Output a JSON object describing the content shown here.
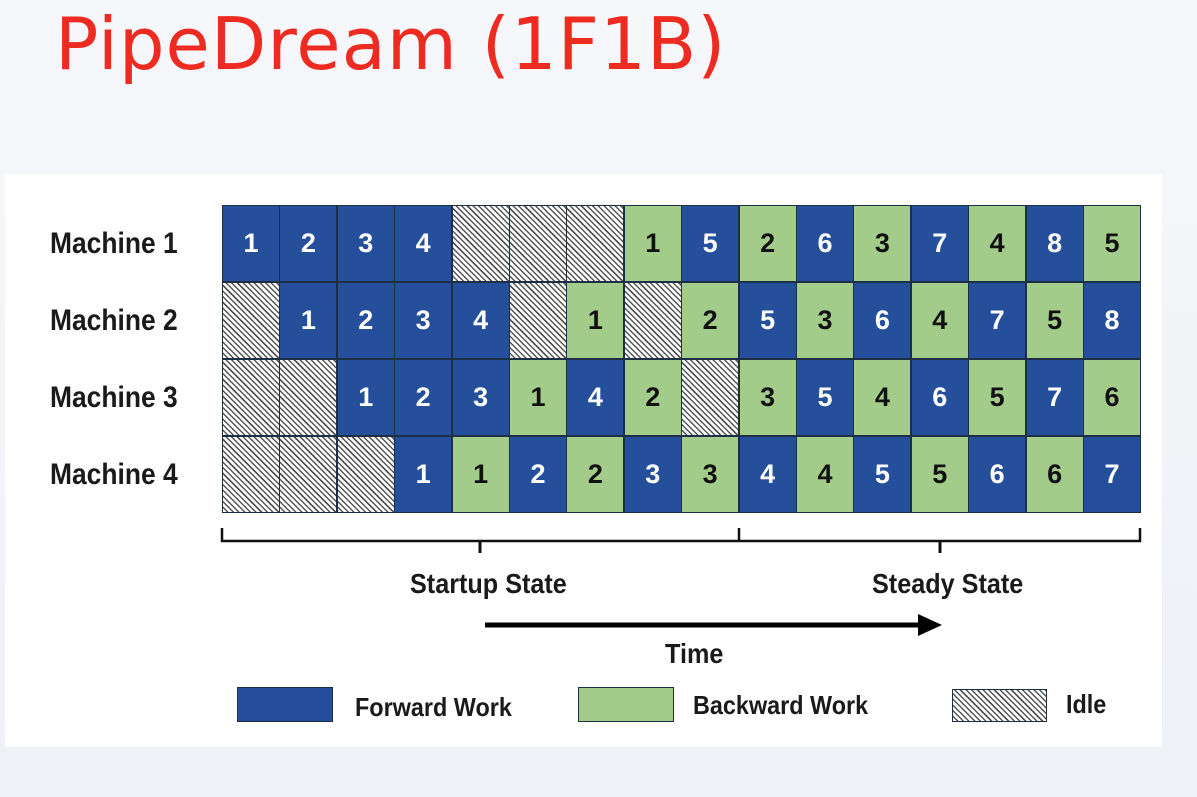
{
  "title": "PipeDream (1F1B)",
  "machines": [
    {
      "label": "Machine 1",
      "cells": [
        {
          "t": "f",
          "n": "1"
        },
        {
          "t": "f",
          "n": "2"
        },
        {
          "t": "f",
          "n": "3"
        },
        {
          "t": "f",
          "n": "4"
        },
        {
          "t": "i",
          "n": ""
        },
        {
          "t": "i",
          "n": ""
        },
        {
          "t": "i",
          "n": ""
        },
        {
          "t": "b",
          "n": "1"
        },
        {
          "t": "f",
          "n": "5"
        },
        {
          "t": "b",
          "n": "2"
        },
        {
          "t": "f",
          "n": "6"
        },
        {
          "t": "b",
          "n": "3"
        },
        {
          "t": "f",
          "n": "7"
        },
        {
          "t": "b",
          "n": "4"
        },
        {
          "t": "f",
          "n": "8"
        },
        {
          "t": "b",
          "n": "5"
        }
      ]
    },
    {
      "label": "Machine 2",
      "cells": [
        {
          "t": "i",
          "n": ""
        },
        {
          "t": "f",
          "n": "1"
        },
        {
          "t": "f",
          "n": "2"
        },
        {
          "t": "f",
          "n": "3"
        },
        {
          "t": "f",
          "n": "4"
        },
        {
          "t": "i",
          "n": ""
        },
        {
          "t": "b",
          "n": "1"
        },
        {
          "t": "i",
          "n": ""
        },
        {
          "t": "b",
          "n": "2"
        },
        {
          "t": "f",
          "n": "5"
        },
        {
          "t": "b",
          "n": "3"
        },
        {
          "t": "f",
          "n": "6"
        },
        {
          "t": "b",
          "n": "4"
        },
        {
          "t": "f",
          "n": "7"
        },
        {
          "t": "b",
          "n": "5"
        },
        {
          "t": "f",
          "n": "8"
        }
      ]
    },
    {
      "label": "Machine 3",
      "cells": [
        {
          "t": "i",
          "n": ""
        },
        {
          "t": "i",
          "n": ""
        },
        {
          "t": "f",
          "n": "1"
        },
        {
          "t": "f",
          "n": "2"
        },
        {
          "t": "f",
          "n": "3"
        },
        {
          "t": "b",
          "n": "1"
        },
        {
          "t": "f",
          "n": "4"
        },
        {
          "t": "b",
          "n": "2"
        },
        {
          "t": "i",
          "n": ""
        },
        {
          "t": "b",
          "n": "3"
        },
        {
          "t": "f",
          "n": "5"
        },
        {
          "t": "b",
          "n": "4"
        },
        {
          "t": "f",
          "n": "6"
        },
        {
          "t": "b",
          "n": "5"
        },
        {
          "t": "f",
          "n": "7"
        },
        {
          "t": "b",
          "n": "6"
        }
      ]
    },
    {
      "label": "Machine 4",
      "cells": [
        {
          "t": "i",
          "n": ""
        },
        {
          "t": "i",
          "n": ""
        },
        {
          "t": "i",
          "n": ""
        },
        {
          "t": "f",
          "n": "1"
        },
        {
          "t": "b",
          "n": "1"
        },
        {
          "t": "f",
          "n": "2"
        },
        {
          "t": "b",
          "n": "2"
        },
        {
          "t": "f",
          "n": "3"
        },
        {
          "t": "b",
          "n": "3"
        },
        {
          "t": "f",
          "n": "4"
        },
        {
          "t": "b",
          "n": "4"
        },
        {
          "t": "f",
          "n": "5"
        },
        {
          "t": "b",
          "n": "5"
        },
        {
          "t": "f",
          "n": "6"
        },
        {
          "t": "b",
          "n": "6"
        },
        {
          "t": "f",
          "n": "7"
        }
      ]
    }
  ],
  "phases": {
    "startup": "Startup State",
    "steady": "Steady State"
  },
  "time_label": "Time",
  "legend": {
    "forward": "Forward Work",
    "backward": "Backward Work",
    "idle": "Idle"
  },
  "colors": {
    "forward": "#254f9b",
    "backward": "#a3cb89",
    "title": "#ee2b20"
  }
}
